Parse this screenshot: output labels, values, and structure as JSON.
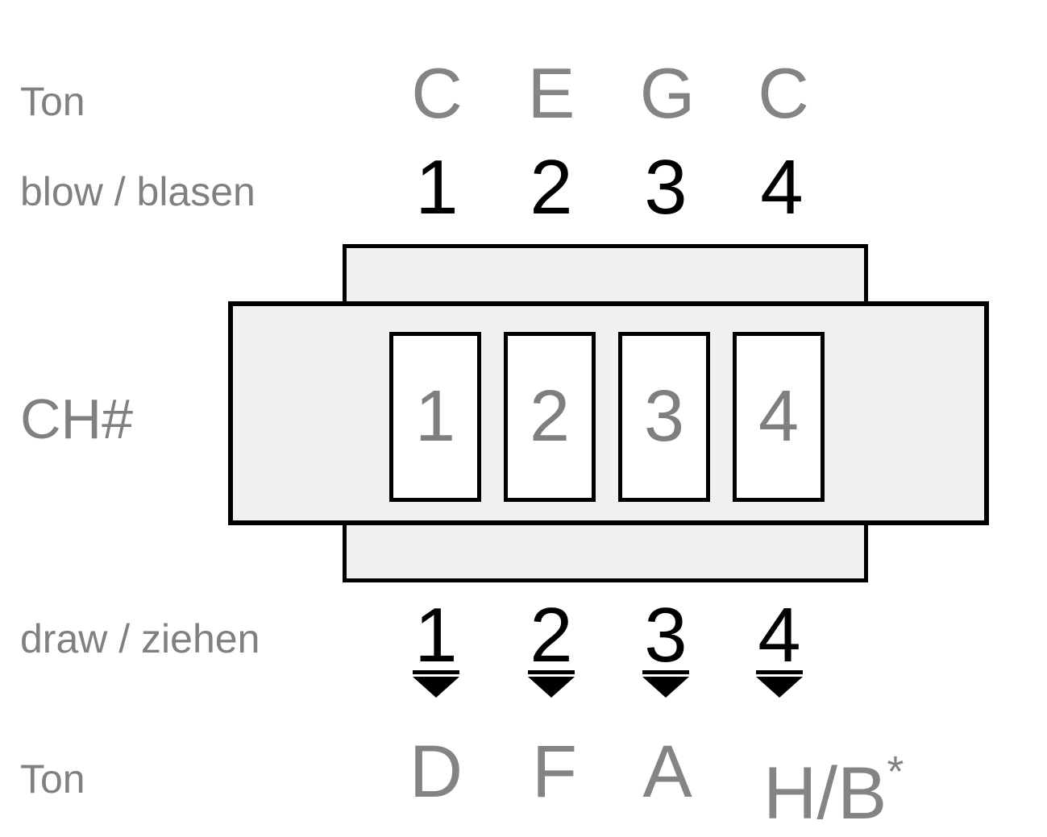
{
  "diagram": {
    "left_labels": {
      "ton_top": "Ton",
      "blow": "blow / blasen",
      "channel": "CH#",
      "draw": "draw / ziehen",
      "ton_bottom": "Ton"
    },
    "top_notes": [
      "C",
      "E",
      "G",
      "C"
    ],
    "blow_numbers": [
      "1",
      "2",
      "3",
      "4"
    ],
    "hole_numbers": [
      "1",
      "2",
      "3",
      "4"
    ],
    "draw_numbers": [
      "1",
      "2",
      "3",
      "4"
    ],
    "bottom_notes": [
      "D",
      "F",
      "A",
      "H/B"
    ],
    "bottom_note_annotation": "*",
    "icons": {
      "draw_direction": "triangle-down"
    },
    "colors": {
      "label_gray": "#808080",
      "note_gray": "#848484",
      "number_black": "#000000",
      "outline_black": "#000000",
      "harmonica_fill": "#f0f0f0",
      "hole_fill": "#ffffff",
      "background": "#ffffff"
    }
  }
}
